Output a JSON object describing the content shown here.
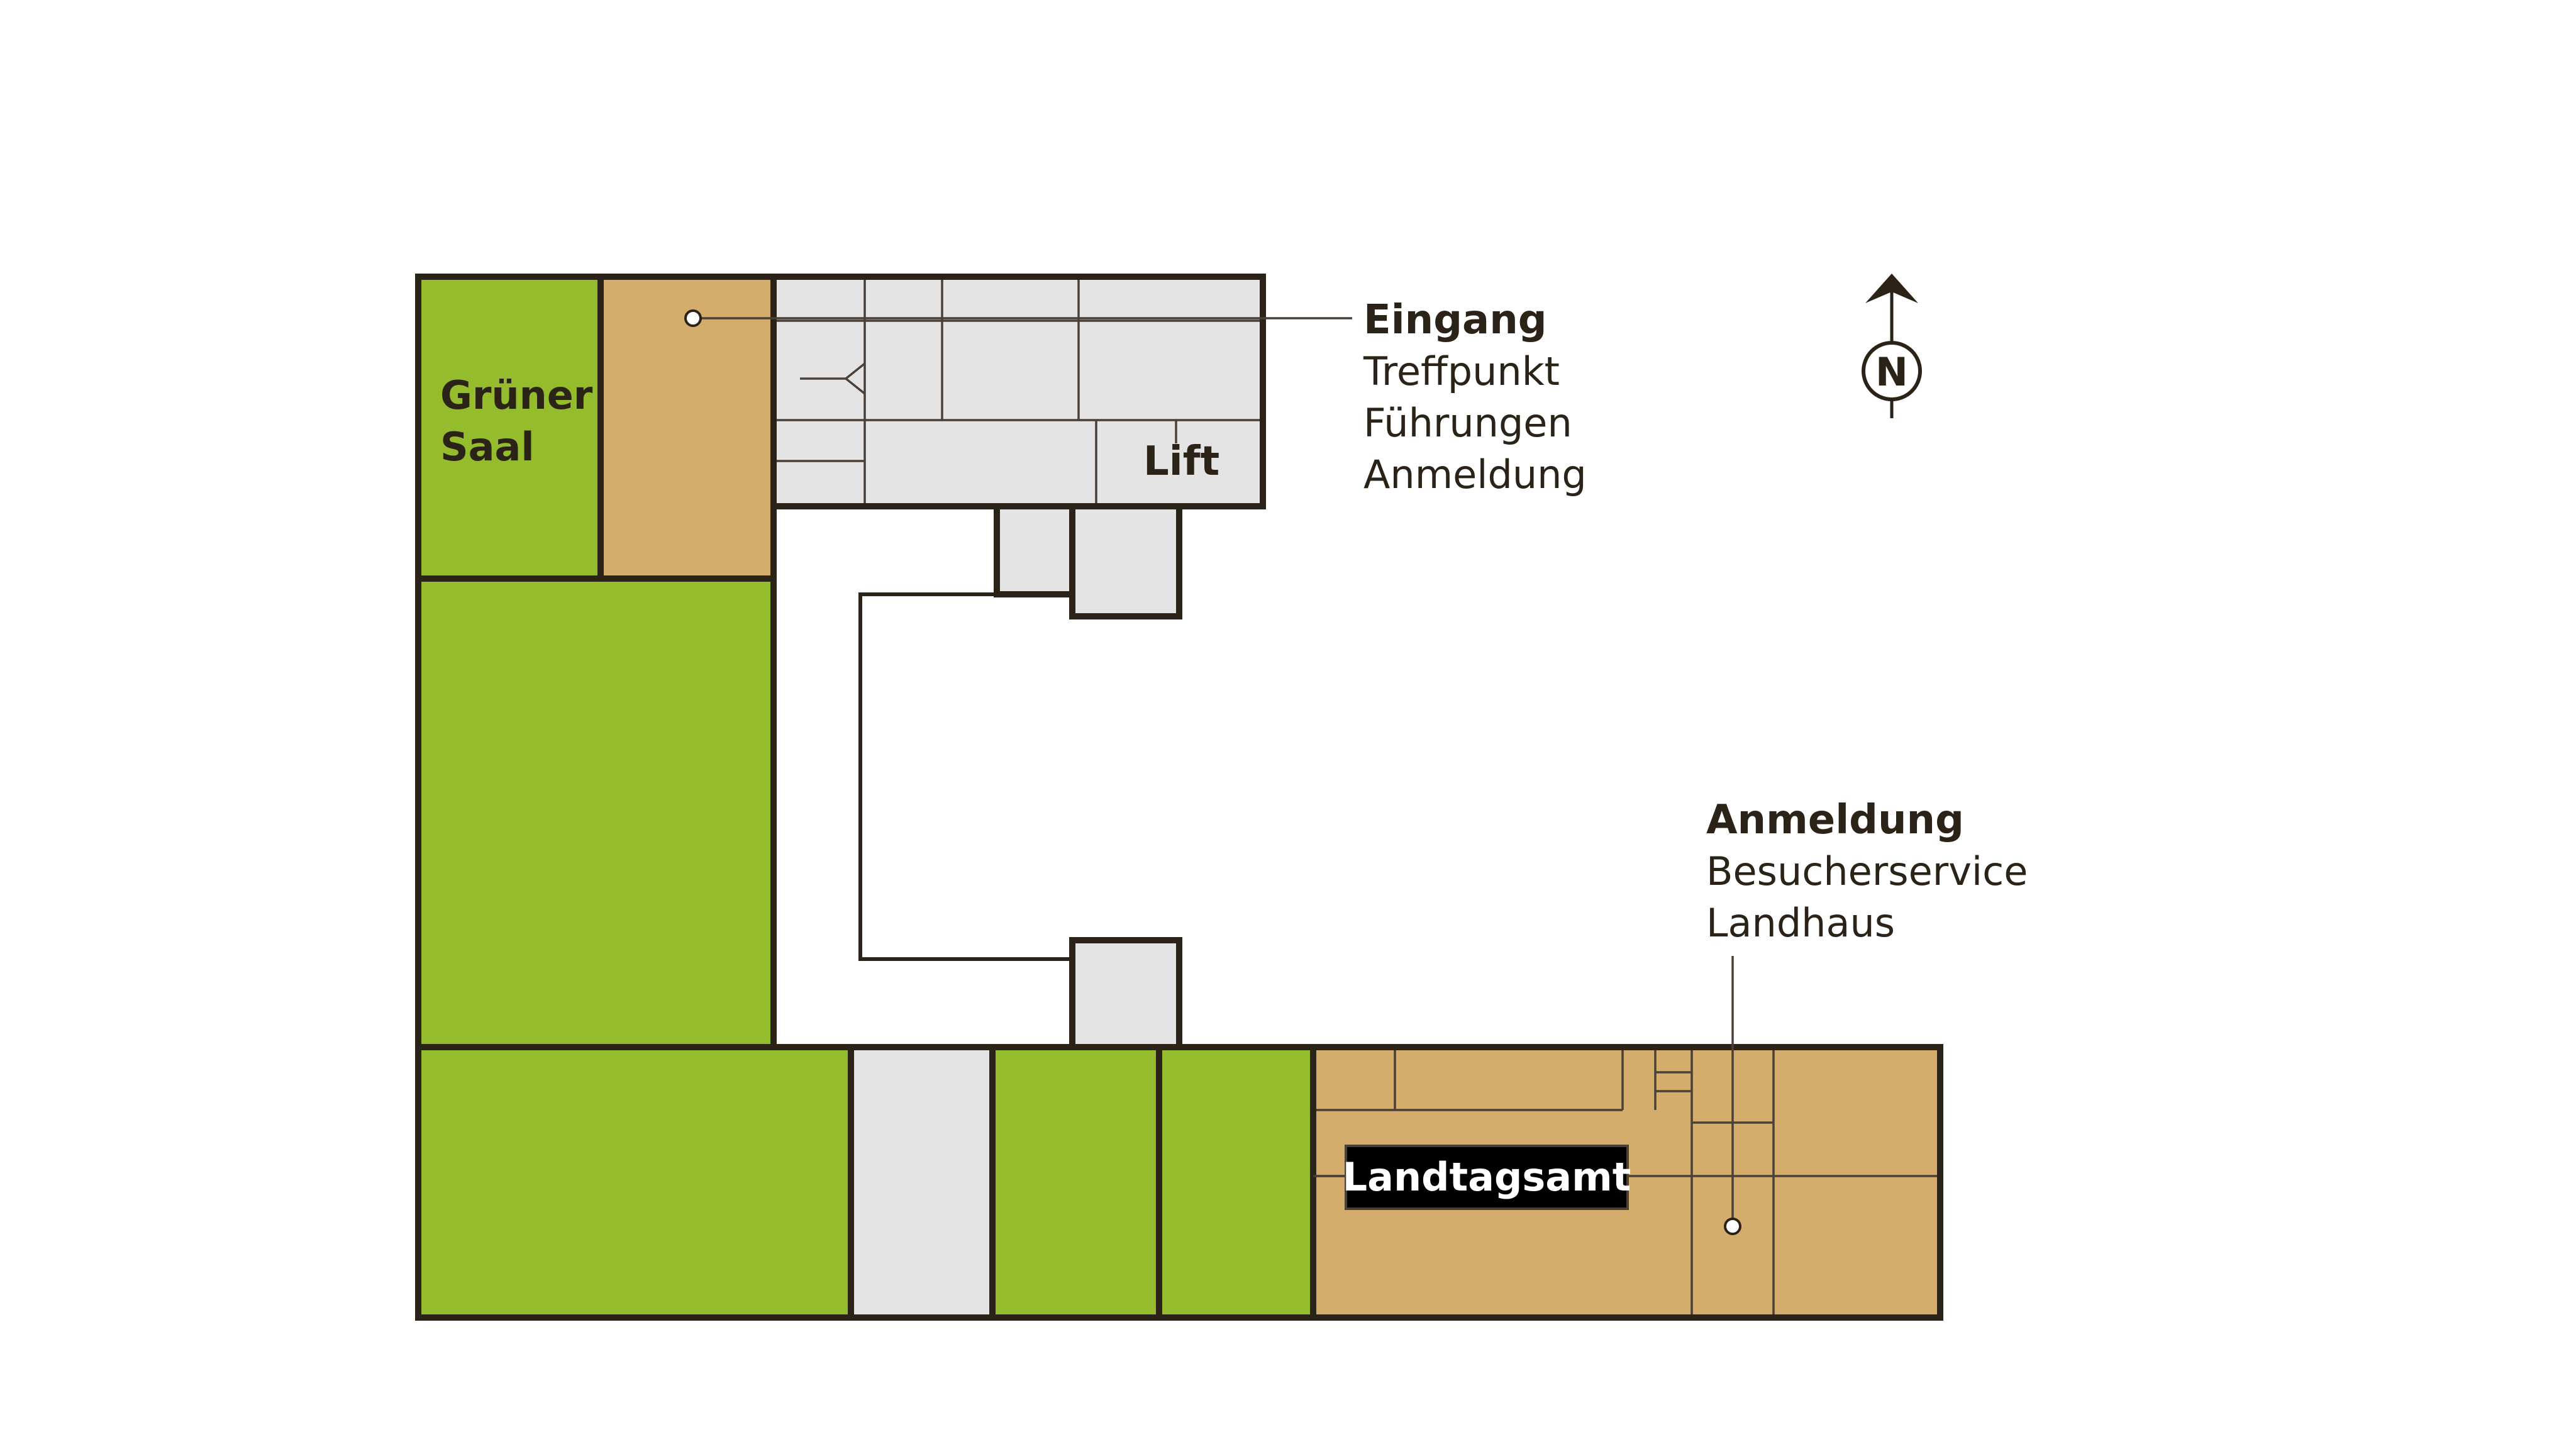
{
  "colors": {
    "green": "#95bc2d",
    "tan": "#d4ac6b",
    "gray": "#e4e4e4",
    "wall": "#2b2218",
    "line": "#4a4038",
    "label_bg": "#000000",
    "label_fg": "#ffffff"
  },
  "rooms": {
    "gruener_saal_line1": "Grüner",
    "gruener_saal_line2": "Saal",
    "lift": "Lift",
    "landtagsamt": "Landtagsamt"
  },
  "callouts": {
    "eingang": {
      "title": "Eingang",
      "lines": [
        "Treffpunkt",
        "Führungen",
        "Anmeldung"
      ]
    },
    "anmeldung": {
      "title": "Anmeldung",
      "lines": [
        "Besucherservice",
        "Landhaus"
      ]
    }
  },
  "compass": {
    "label": "N",
    "icon": "north-arrow-icon"
  }
}
